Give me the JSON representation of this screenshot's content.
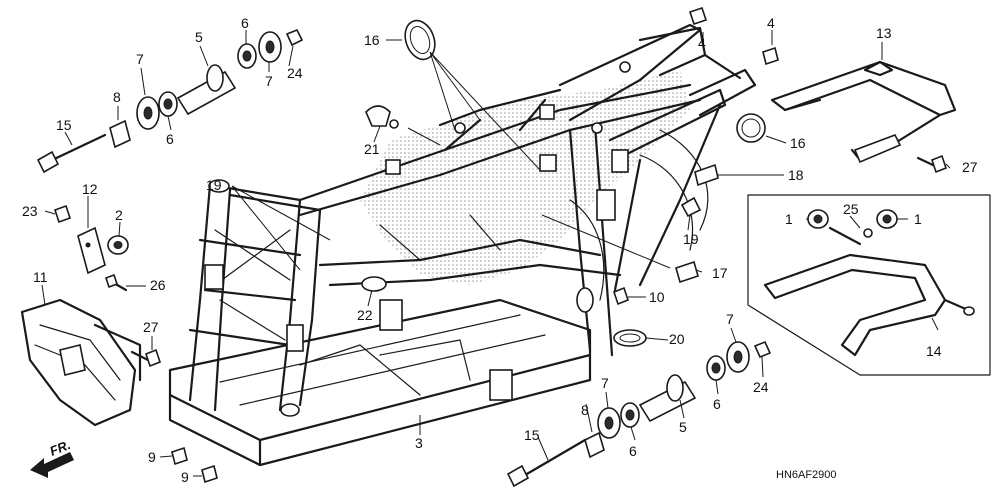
{
  "diagram_code": "HN6AF2900",
  "front_marker": "FR.",
  "callouts": {
    "c16a": "16",
    "c4a": "4",
    "c4b": "4",
    "c13": "13",
    "c5a": "5",
    "c6a": "6",
    "c7a": "7",
    "c7b": "7",
    "c8a": "8",
    "c24a": "24",
    "c15a": "15",
    "c6b": "6",
    "c21": "21",
    "c16b": "16",
    "c27a": "27",
    "c18": "18",
    "c19a": "19",
    "c19b": "19",
    "c12": "12",
    "c23": "23",
    "c2": "2",
    "c1a": "1",
    "c25": "25",
    "c1b": "1",
    "c26": "26",
    "c11": "11",
    "c17": "17",
    "c22": "22",
    "c10": "10",
    "c27b": "27",
    "c20": "20",
    "c7c": "7",
    "c14": "14",
    "c24b": "24",
    "c7d": "7",
    "c6c": "6",
    "c8b": "8",
    "c5b": "5",
    "c6d": "6",
    "c15b": "15",
    "c3": "3",
    "c9a": "9",
    "c9b": "9"
  }
}
